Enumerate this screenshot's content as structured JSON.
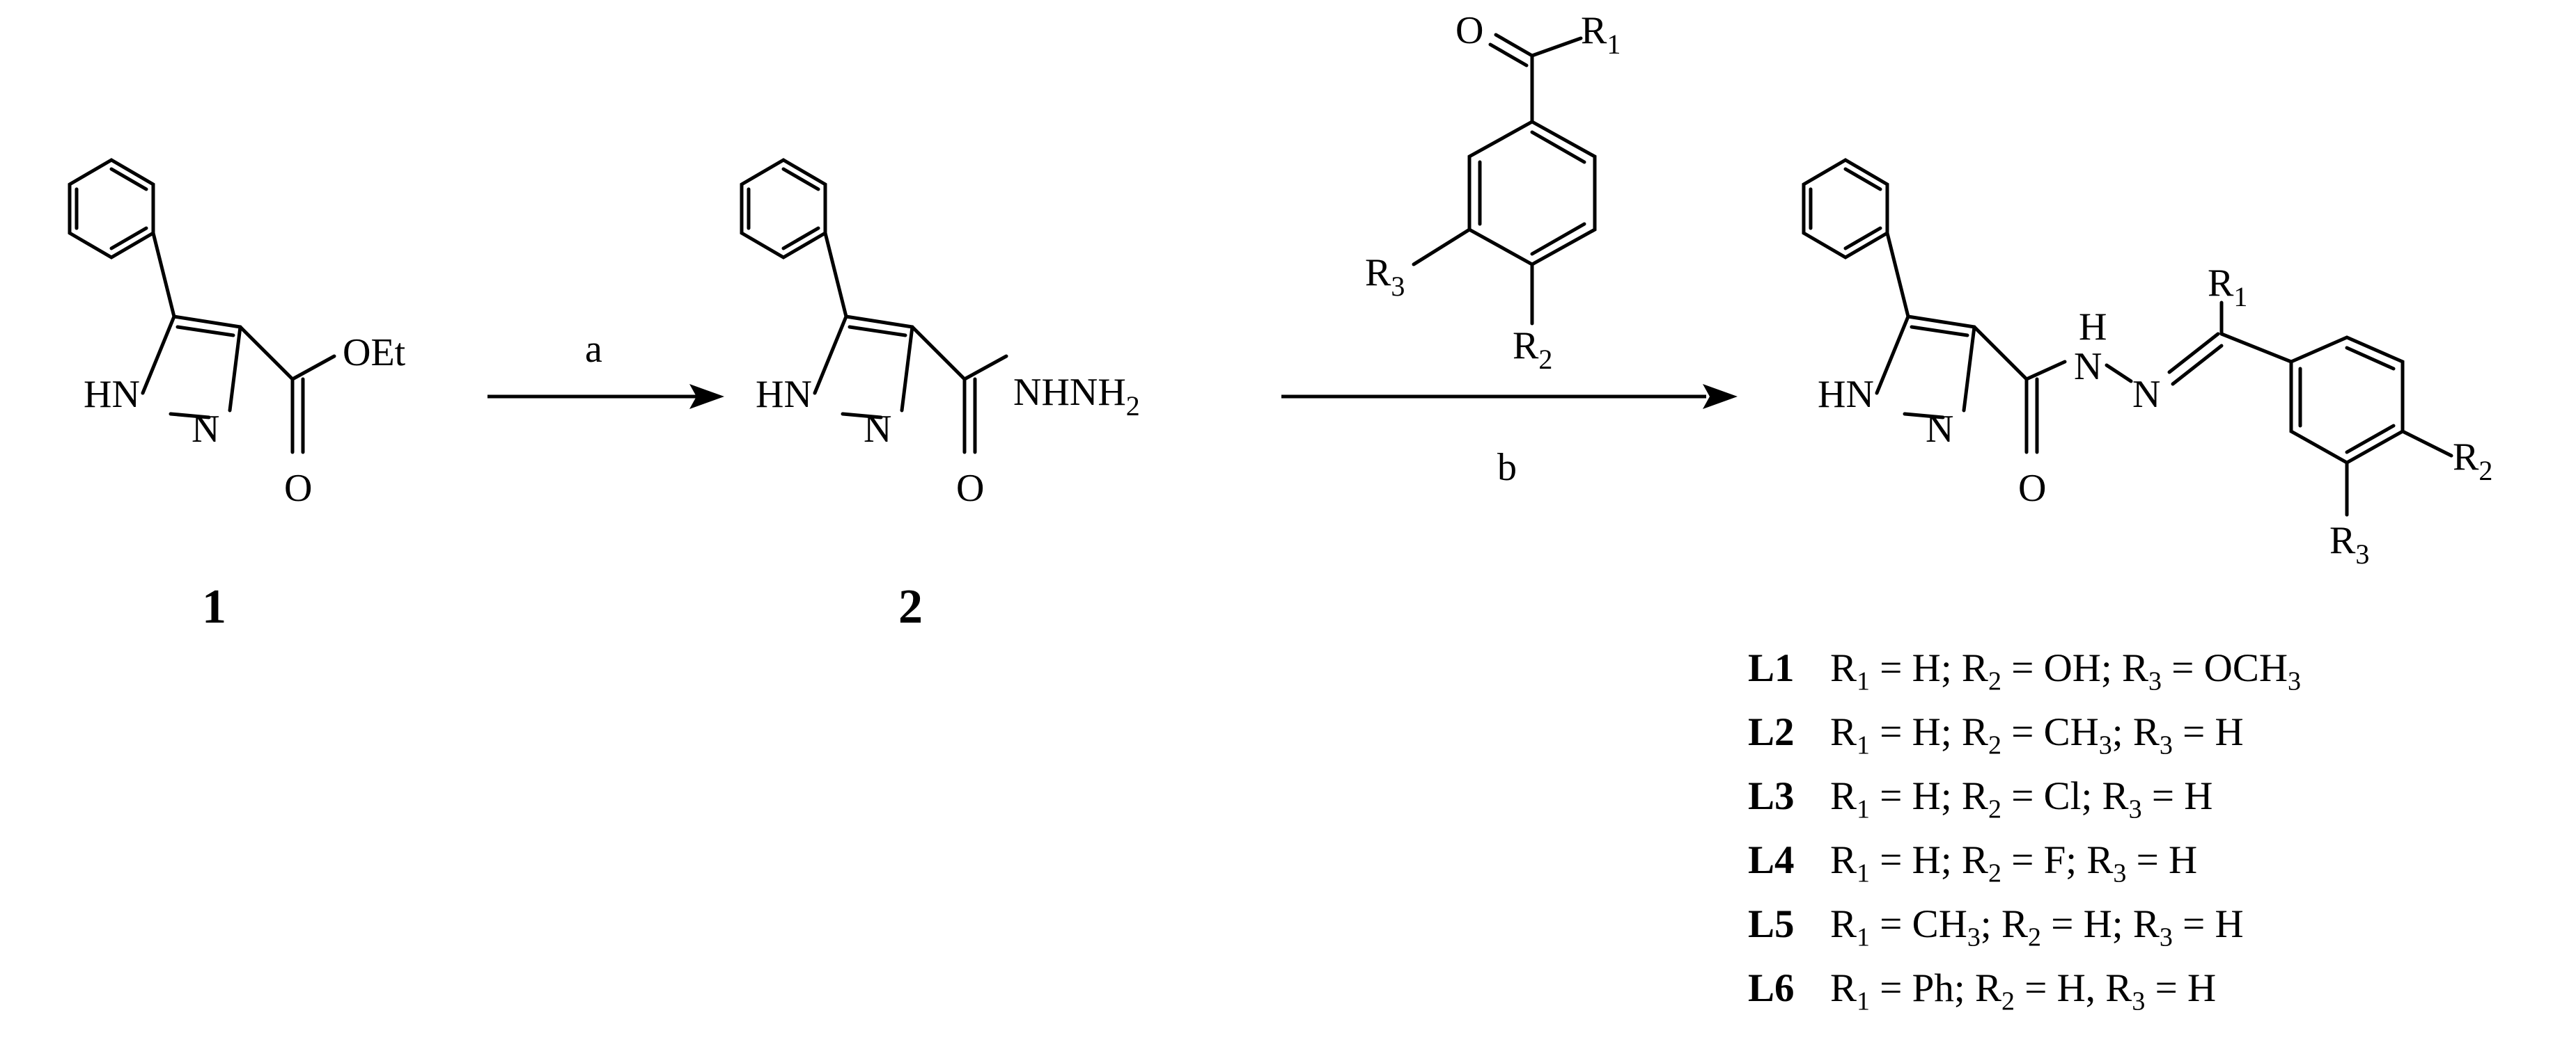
{
  "compounds": {
    "c1": {
      "number": "1",
      "labels": {
        "nh": "HN",
        "n": "N",
        "ester": "OEt",
        "carbonyl_o": "O"
      }
    },
    "c2": {
      "number": "2",
      "labels": {
        "nh": "HN",
        "n": "N",
        "hydrazide": "NHNH",
        "hydrazide_sub": "2",
        "carbonyl_o": "O"
      }
    },
    "reagent": {
      "labels": {
        "o": "O",
        "r1": "R",
        "r1_sub": "1",
        "r2": "R",
        "r2_sub": "2",
        "r3": "R",
        "r3_sub": "3"
      }
    },
    "product": {
      "labels": {
        "nh": "HN",
        "n": "N",
        "h": "H",
        "nh_amide": "N",
        "n_imine": "N",
        "carbonyl_o": "O",
        "r1": "R",
        "r1_sub": "1",
        "r2": "R",
        "r2_sub": "2",
        "r3": "R",
        "r3_sub": "3"
      }
    }
  },
  "steps": {
    "a": "a",
    "b": "b"
  },
  "legend": [
    {
      "id": "L1",
      "html": "R<sub>1</sub> = H; R<sub>2</sub> = OH; R<sub>3</sub> = OCH<sub>3</sub>"
    },
    {
      "id": "L2",
      "html": "R<sub>1</sub> = H; R<sub>2</sub> = CH<sub>3</sub>; R<sub>3</sub> = H"
    },
    {
      "id": "L3",
      "html": "R<sub>1</sub> = H; R<sub>2</sub> = Cl; R<sub>3</sub> = H"
    },
    {
      "id": "L4",
      "html": "R<sub>1</sub> = H; R<sub>2</sub> = F; R<sub>3</sub> = H"
    },
    {
      "id": "L5",
      "html": "R<sub>1</sub> = CH<sub>3</sub>; R<sub>2</sub> = H; R<sub>3</sub> = H"
    },
    {
      "id": "L6",
      "html": "R<sub>1</sub> = Ph; R<sub>2</sub> = H, R<sub>3</sub> = H"
    }
  ]
}
